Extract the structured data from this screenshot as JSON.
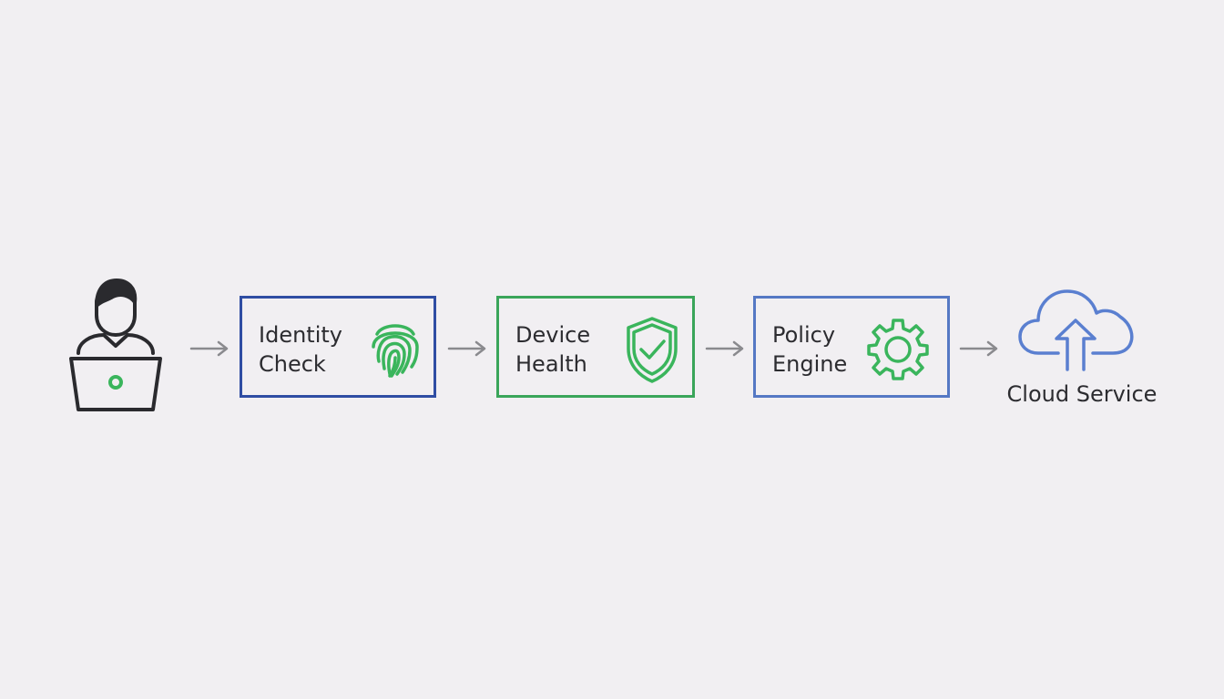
{
  "diagram": {
    "nodes": [
      {
        "id": "user",
        "label": "",
        "icon": "user-laptop-icon"
      },
      {
        "id": "identity",
        "label": "Identity\nCheck",
        "icon": "fingerprint-icon",
        "border_color": "#2f4da3"
      },
      {
        "id": "device",
        "label": "Device\nHealth",
        "icon": "shield-check-icon",
        "border_color": "#3aa55a"
      },
      {
        "id": "policy",
        "label": "Policy\nEngine",
        "icon": "gear-icon",
        "border_color": "#5578c4"
      },
      {
        "id": "cloud",
        "label": "Cloud Service",
        "icon": "cloud-upload-icon"
      }
    ],
    "edges": [
      {
        "from": "user",
        "to": "identity"
      },
      {
        "from": "identity",
        "to": "device"
      },
      {
        "from": "device",
        "to": "policy"
      },
      {
        "from": "policy",
        "to": "cloud"
      }
    ],
    "colors": {
      "accent_green": "#3ab55c",
      "accent_blue": "#5a7fd0",
      "arrow_gray": "#8a8a8e",
      "outline_dark": "#2a2a2e"
    }
  }
}
